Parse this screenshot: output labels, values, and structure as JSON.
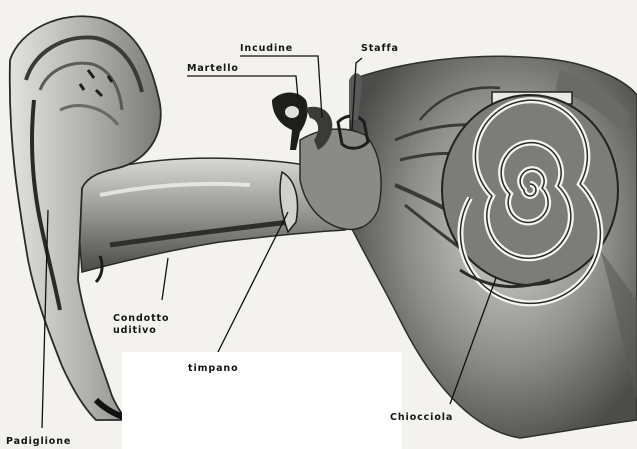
{
  "labels": {
    "incudine": "Incudine",
    "staffa": "Staffa",
    "martello": "Martello",
    "condotto_line1": "Condotto",
    "condotto_line2": "uditivo",
    "timpano": "timpano",
    "chiocciola": "Chiocciola",
    "padiglione": "Padiglione"
  },
  "colors": {
    "background": "#ffffff",
    "paper": "#f0efeb",
    "tissue_light": "#c8c8c4",
    "tissue_mid": "#8f8f8b",
    "tissue_dark": "#3a3a38",
    "ink": "#111111"
  }
}
